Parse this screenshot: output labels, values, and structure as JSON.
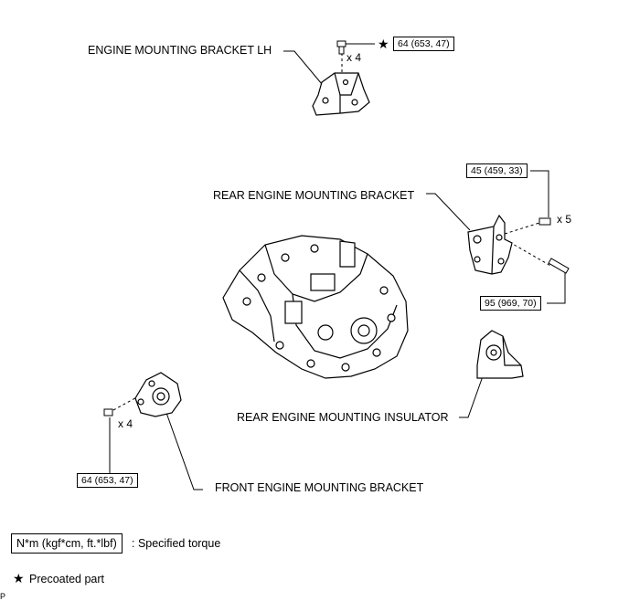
{
  "labels": {
    "engine_mounting_bracket_lh": "ENGINE MOUNTING BRACKET LH",
    "rear_engine_mounting_bracket": "REAR ENGINE MOUNTING BRACKET",
    "rear_engine_mounting_insulator": "REAR ENGINE MOUNTING INSULATOR",
    "front_engine_mounting_bracket": "FRONT ENGINE MOUNTING BRACKET"
  },
  "torques": {
    "lh_bracket_bolt": "64 (653, 47)",
    "rear_bracket_upper": "45 (459, 33)",
    "rear_bracket_lower": "95 (969, 70)",
    "front_bracket_bolt": "64 (653, 47)"
  },
  "quantities": {
    "lh_bracket": "x 4",
    "rear_bracket": "x 5",
    "front_bracket": "x 4"
  },
  "legend": {
    "unit_box": "N*m (kgf*cm, ft.*lbf)",
    "unit_desc": ": Specified torque",
    "star_symbol": "★",
    "star_desc": "Precoated part"
  },
  "corner_mark": "P"
}
